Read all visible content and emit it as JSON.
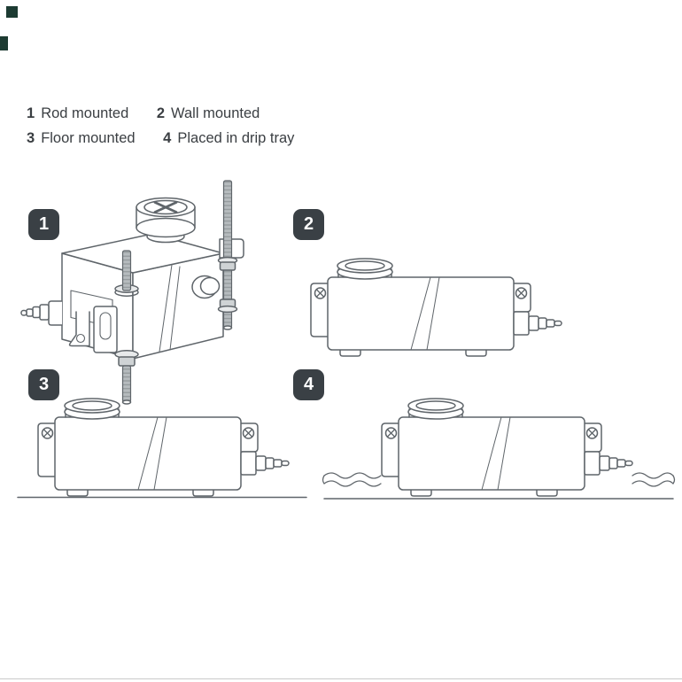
{
  "legend": {
    "rows": [
      {
        "items": [
          {
            "num": "1",
            "label": "Rod mounted"
          },
          {
            "num": "2",
            "label": "Wall mounted"
          }
        ]
      },
      {
        "items": [
          {
            "num": "3",
            "label": "Floor mounted"
          },
          {
            "num": "4",
            "label": "Placed in drip tray"
          }
        ]
      }
    ]
  },
  "figure_numbers": [
    "1",
    "2",
    "3",
    "4"
  ],
  "colors": {
    "badge_background": "#3a4045",
    "badge_text": "#ffffff",
    "line": "#5f656a",
    "text": "#3a3e42",
    "corner_mark": "#1d3b32"
  }
}
